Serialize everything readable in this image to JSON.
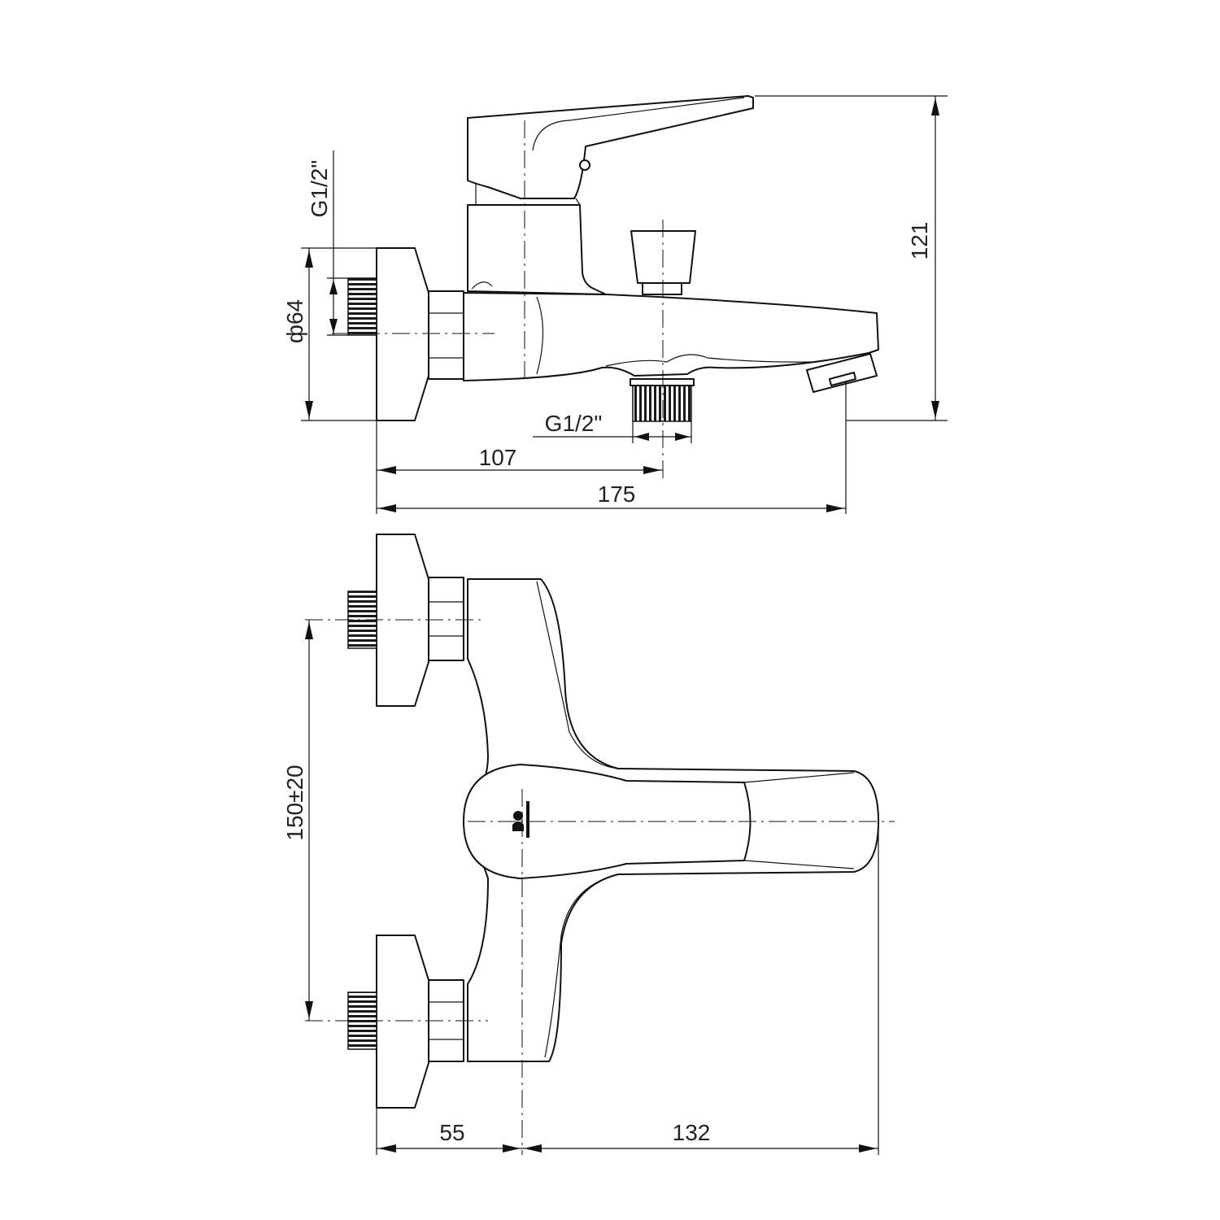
{
  "side_view": {
    "dim_height": "121",
    "dim_inlet_thread": "G1/2\"",
    "dim_flange_diameter": "ф64",
    "dim_outlet_thread": "G1/2\"",
    "dim_outlet_offset": "107",
    "dim_total_length": "175"
  },
  "front_view": {
    "dim_inlet_spacing": "150±20",
    "dim_inlet_to_axis": "55",
    "dim_spout_reach": "132"
  }
}
